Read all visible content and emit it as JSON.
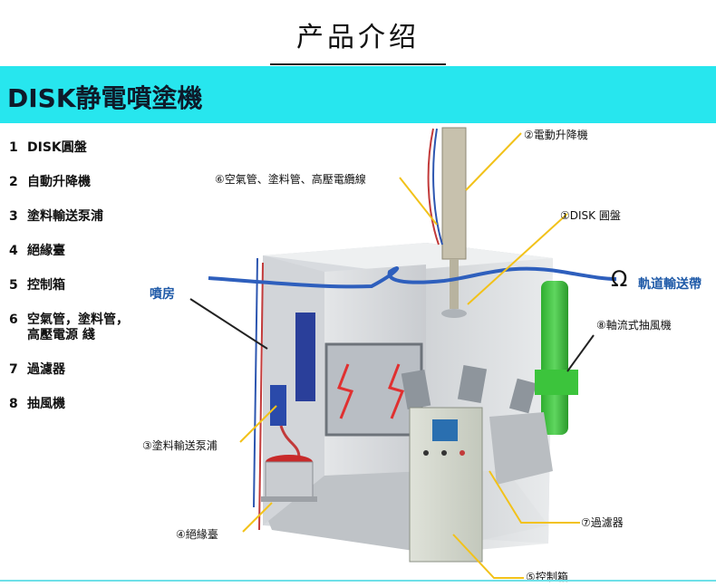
{
  "header": {
    "title": "产品介绍"
  },
  "banner": {
    "title": "DISK静電噴塗機"
  },
  "parts_list": [
    {
      "num": "1",
      "text": "DISK圓盤"
    },
    {
      "num": "2",
      "text": "自動升降機"
    },
    {
      "num": "3",
      "text": "塗料輸送泵浦"
    },
    {
      "num": "4",
      "text": "絕緣臺"
    },
    {
      "num": "5",
      "text": "控制箱"
    },
    {
      "num": "6",
      "text": "空氣管，塗料管，高壓電源 綫"
    },
    {
      "num": "7",
      "text": "過濾器"
    },
    {
      "num": "8",
      "text": "抽風機"
    }
  ],
  "callouts": {
    "lift": "②電動升降機",
    "pipes": "⑥空氣管、塗料管、高壓電纜線",
    "disk": "①DISK 圓盤",
    "booth": "噴房",
    "conveyor_symbol": "Ω",
    "conveyor": "軌道輸送帶",
    "fan": "⑧軸流式抽風機",
    "pump": "③塗料輸送泵浦",
    "filter": "⑦過濾器",
    "stand": "④絕緣臺",
    "control": "⑤控制箱"
  },
  "colors": {
    "banner": "#27e6ee",
    "accent_blue": "#1f5aa8",
    "fan_green": "#3cc43c",
    "leader_yellow": "#f2c21a"
  }
}
